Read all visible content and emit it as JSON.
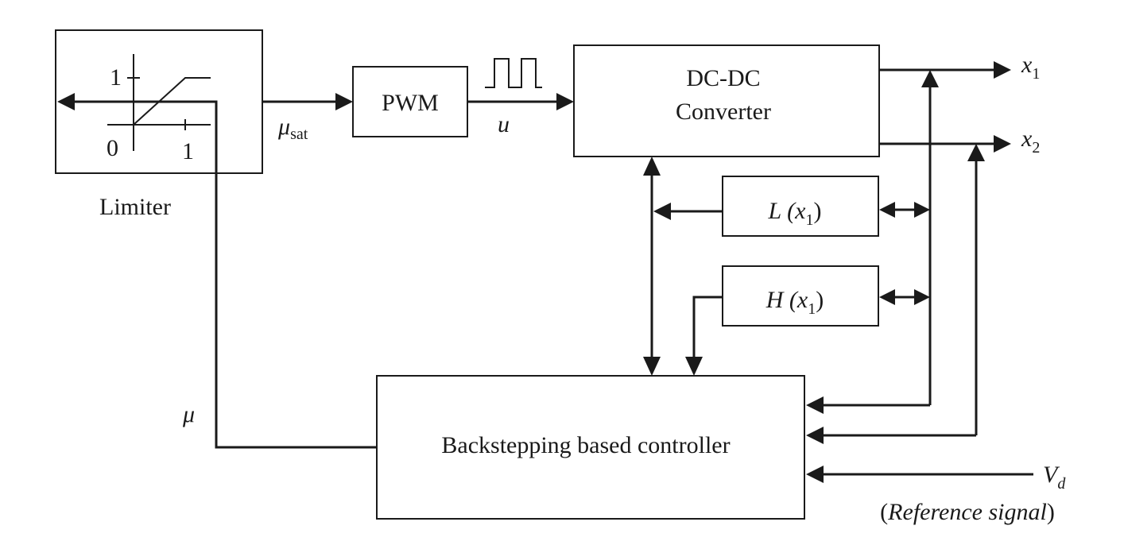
{
  "blocks": {
    "limiter": "Limiter",
    "pwm": "PWM",
    "converter_line1": "DC-DC",
    "converter_line2": "Converter",
    "l_block": "L (x",
    "l_sub": "1",
    "l_close": ")",
    "h_block": "H (x",
    "h_sub": "1",
    "h_close": ")",
    "controller": "Backstepping based controller"
  },
  "limiter_plot": {
    "y_tick": "1",
    "x_tick": "1",
    "origin": "0"
  },
  "signals": {
    "mu_sat_main": "μ",
    "mu_sat_sub": "sat",
    "u": "u",
    "mu": "μ",
    "x1_main": "x",
    "x1_sub": "1",
    "x2_main": "x",
    "x2_sub": "2",
    "vd_main": "V",
    "vd_sub": "d",
    "reference_open": "(",
    "reference_text": "Reference signal",
    "reference_close": ")"
  },
  "colors": {
    "stroke": "#1a1a1a",
    "background": "#ffffff"
  }
}
